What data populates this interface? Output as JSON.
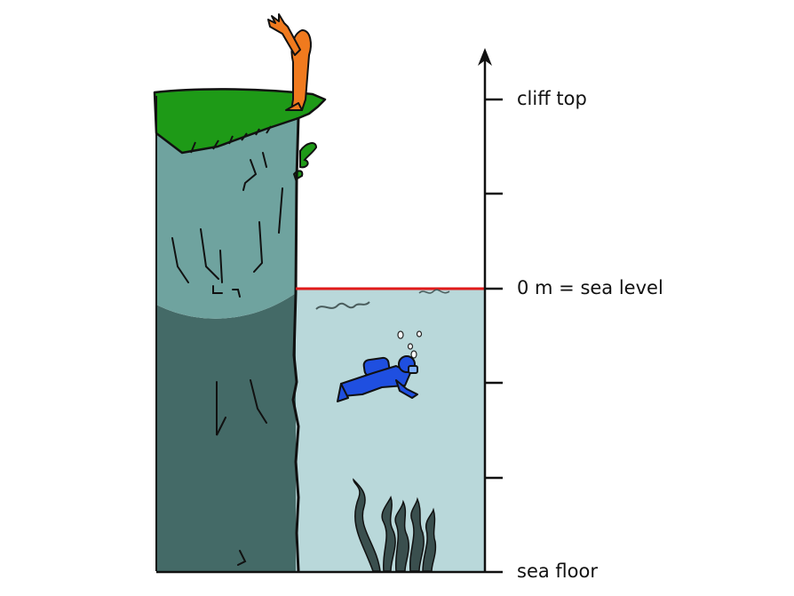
{
  "labels": {
    "cliff_top": "cliff top",
    "sea_level": "0 m = sea level",
    "sea_floor": "sea floor"
  },
  "colors": {
    "grass": "#1e9a17",
    "cliff_upper": "#6fa39f",
    "cliff_lower": "#446a67",
    "water": "#b9d8da",
    "sea_level_line": "#e01a1a",
    "person": "#f07a1e",
    "diver": "#1f4fe0",
    "seaweed": "#3a4f4e",
    "outline": "#111111"
  },
  "icons": {
    "person": "person-waving-icon",
    "diver": "scuba-diver-icon",
    "seaweed": "seaweed-icon"
  }
}
